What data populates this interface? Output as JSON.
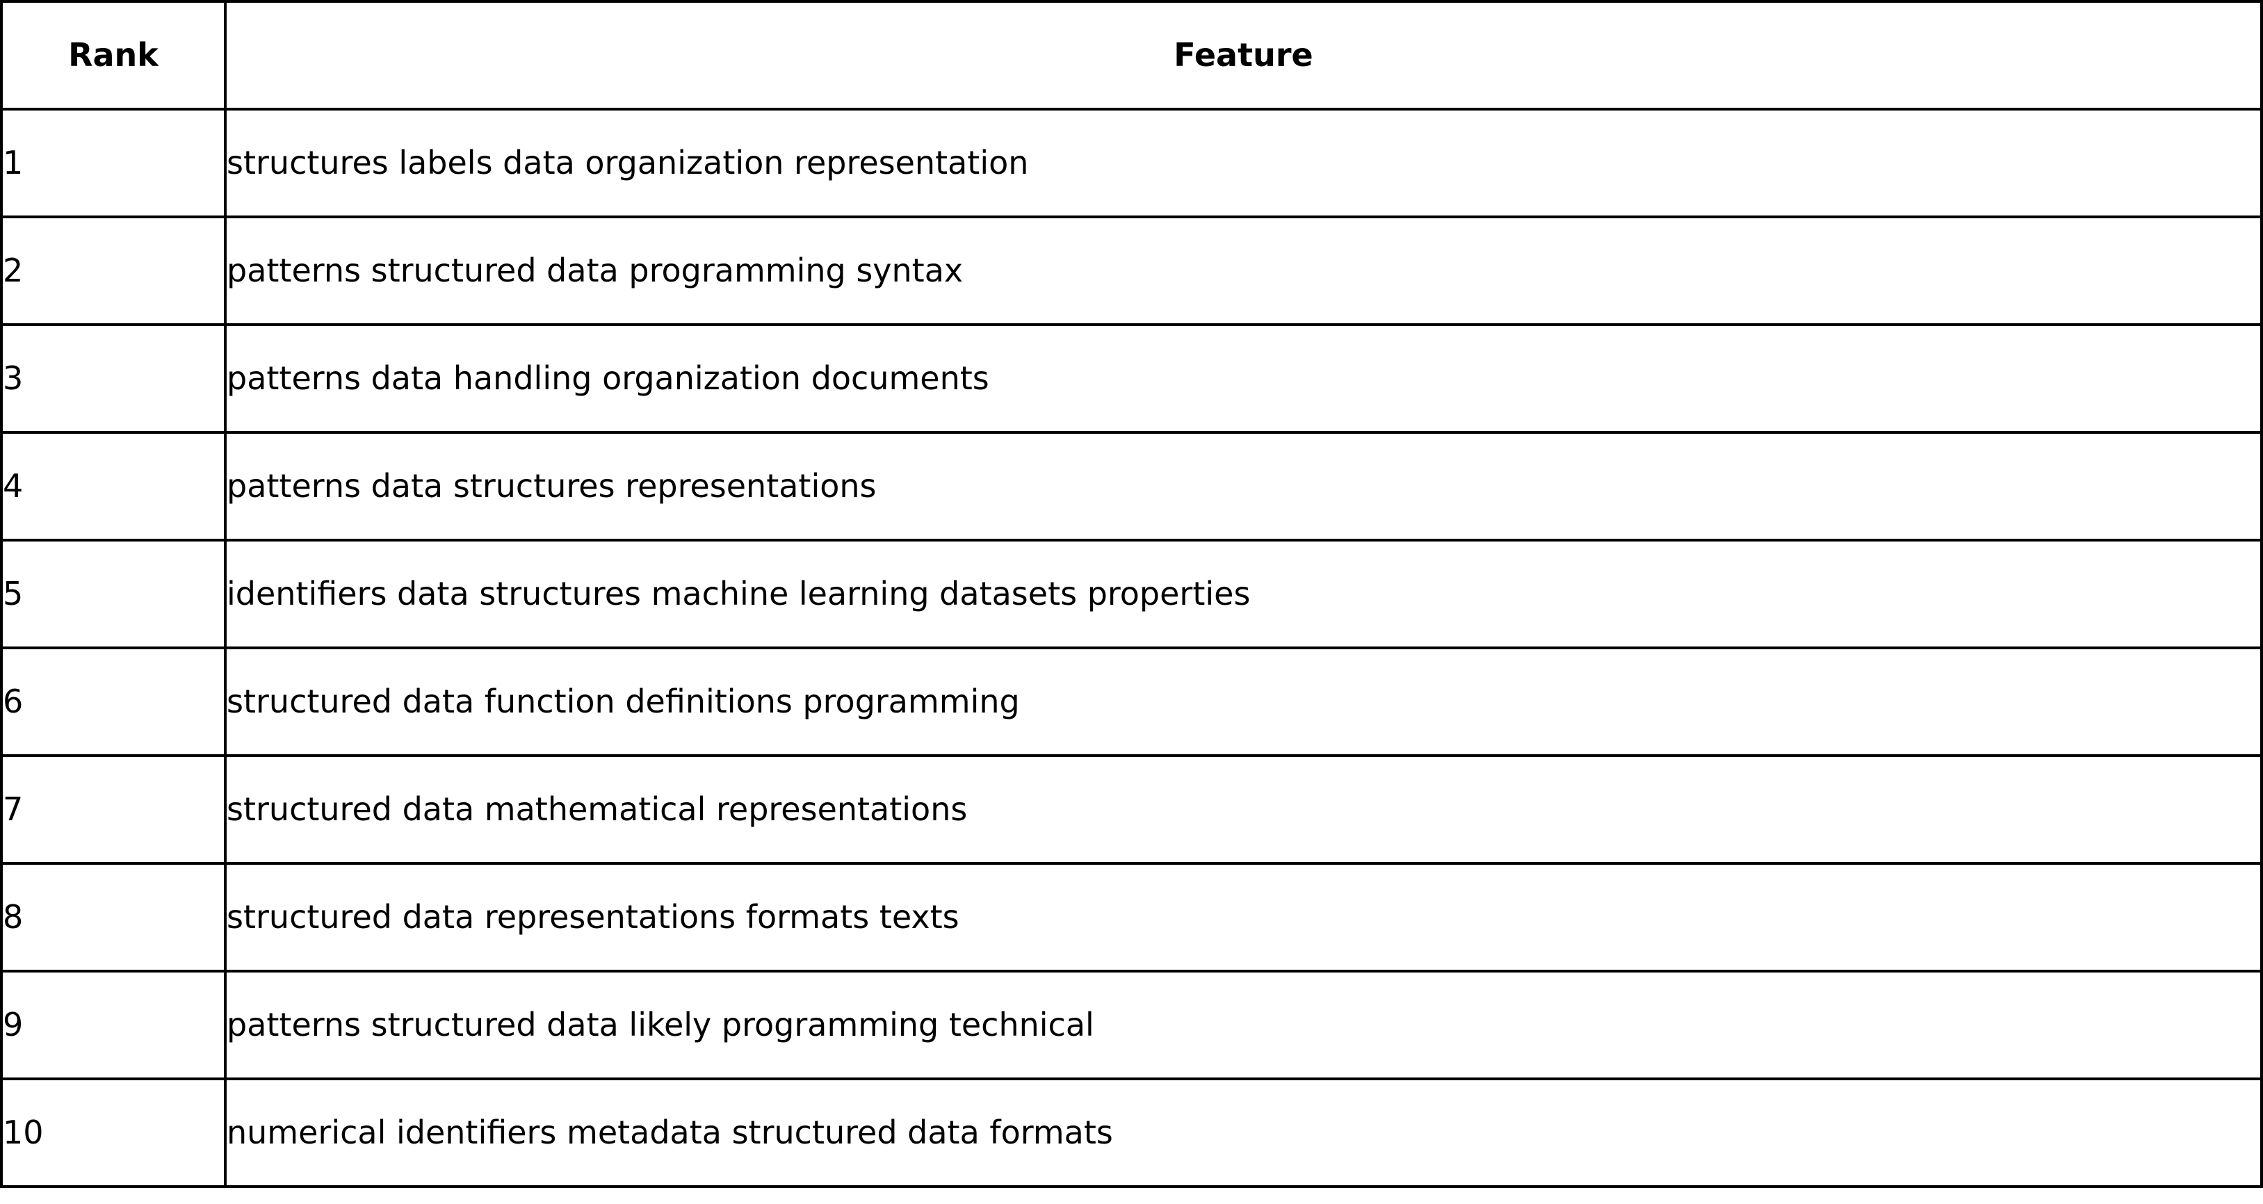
{
  "table": {
    "columns": [
      {
        "key": "rank",
        "label": "Rank",
        "align": "center"
      },
      {
        "key": "feature",
        "label": "Feature",
        "align": "center"
      }
    ],
    "headers": {
      "rank": "Rank",
      "feature": "Feature"
    },
    "rows": [
      {
        "rank": "1",
        "feature": "structures labels data organization representation"
      },
      {
        "rank": "2",
        "feature": "patterns structured data programming syntax"
      },
      {
        "rank": "3",
        "feature": "patterns data handling organization documents"
      },
      {
        "rank": "4",
        "feature": "patterns data structures representations"
      },
      {
        "rank": "5",
        "feature": "identifiers data structures machine learning datasets properties"
      },
      {
        "rank": "6",
        "feature": "structured data function definitions programming"
      },
      {
        "rank": "7",
        "feature": "structured data mathematical representations"
      },
      {
        "rank": "8",
        "feature": "structured data representations formats texts"
      },
      {
        "rank": "9",
        "feature": "patterns structured data likely programming technical"
      },
      {
        "rank": "10",
        "feature": "numerical identifiers metadata structured data formats"
      }
    ],
    "colors": {
      "border": "#000000",
      "text": "#000000",
      "background": "#ffffff"
    }
  }
}
